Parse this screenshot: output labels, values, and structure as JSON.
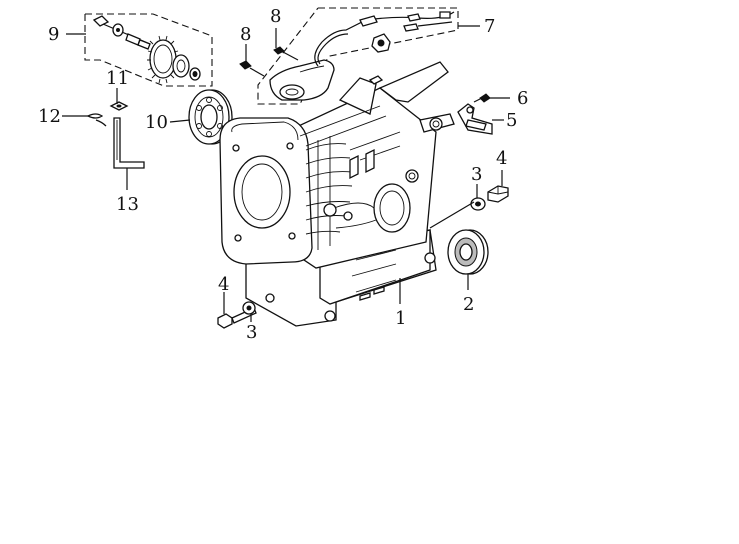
{
  "callouts": [
    {
      "id": "c1",
      "text": "1"
    },
    {
      "id": "c2",
      "text": "2"
    },
    {
      "id": "c3a",
      "text": "3"
    },
    {
      "id": "c3b",
      "text": "3"
    },
    {
      "id": "c4a",
      "text": "4"
    },
    {
      "id": "c4b",
      "text": "4"
    },
    {
      "id": "c5",
      "text": "5"
    },
    {
      "id": "c6",
      "text": "6"
    },
    {
      "id": "c7",
      "text": "7"
    },
    {
      "id": "c8a",
      "text": "8"
    },
    {
      "id": "c8b",
      "text": "8"
    },
    {
      "id": "c9",
      "text": "9"
    },
    {
      "id": "c10",
      "text": "10"
    },
    {
      "id": "c11",
      "text": "11"
    },
    {
      "id": "c12",
      "text": "12"
    },
    {
      "id": "c13",
      "text": "13"
    }
  ]
}
